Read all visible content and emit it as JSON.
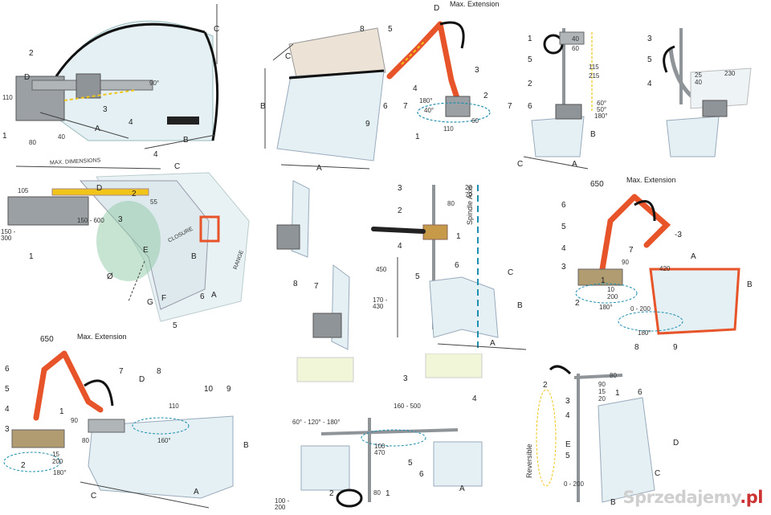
{
  "panels": {
    "p1": {
      "labels": [
        "D",
        "2",
        "C",
        "110",
        "3",
        "4",
        "1",
        "40",
        "80",
        "A",
        "B",
        "90°"
      ]
    },
    "p2": {
      "title": "Max. Extension",
      "labels": [
        "D",
        "8",
        "5",
        "C",
        "B",
        "6",
        "7",
        "4",
        "3",
        "2",
        "40°",
        "180°",
        "1",
        "110",
        "60",
        "9",
        "A"
      ]
    },
    "p3": {
      "labels": [
        "1",
        "5",
        "2",
        "6",
        "7",
        "C",
        "A",
        "B",
        "40",
        "60",
        "115",
        "215",
        "60°",
        "50°",
        "180°"
      ]
    },
    "p4": {
      "labels": [
        "3",
        "5",
        "4",
        "25",
        "40",
        "230"
      ]
    },
    "p5": {
      "dims": "MAX. DIMENSIONS",
      "labels": [
        "4",
        "C",
        "D",
        "2",
        "3",
        "150 - 600",
        "150 - 300",
        "1",
        "E",
        "Ø",
        "G",
        "F",
        "5",
        "6",
        "A",
        "B",
        "55",
        "CLOSURE",
        "105",
        "RANGE"
      ]
    },
    "p6": {
      "labels": [
        "8",
        "7"
      ]
    },
    "p7": {
      "axis": "Spindle Axis",
      "labels": [
        "3",
        "2",
        "4",
        "1",
        "5",
        "6",
        "C",
        "B",
        "A",
        "450",
        "170 - 430",
        "20",
        "70",
        "80"
      ]
    },
    "p8": {
      "title": "Max. Extension",
      "labels": [
        "650",
        "6",
        "5",
        "4",
        "3",
        "2",
        "7",
        "-3",
        "1",
        "A",
        "B",
        "9",
        "8",
        "420",
        "90",
        "10",
        "200",
        "0 - 200",
        "180°",
        "180°"
      ]
    },
    "p9": {
      "title": "Max. Extension",
      "labels": [
        "650",
        "6",
        "5",
        "4",
        "3",
        "2",
        "1",
        "7",
        "D",
        "8",
        "10",
        "9",
        "B",
        "C",
        "A",
        "90",
        "80",
        "15",
        "200",
        "180°",
        "110",
        "160°"
      ]
    },
    "p10": {
      "labels": [
        "3",
        "4",
        "1",
        "5",
        "6",
        "A",
        "60° - 120° - 180°",
        "160 - 500",
        "100 - 470",
        "100 - 200",
        "80",
        "2"
      ]
    },
    "p11": {
      "axis": "Reversible",
      "labels": [
        "2",
        "3",
        "1",
        "4",
        "E",
        "6",
        "5",
        "C",
        "D",
        "B",
        "80",
        "90",
        "15",
        "20",
        "0 - 200"
      ]
    }
  },
  "watermark": {
    "text": "Sprzedajemy",
    "suffix": ".pl"
  },
  "colors": {
    "orange": "#e8542a",
    "blue": "#1e8fb0",
    "gray": "#8e9498",
    "glass": "#dfecef",
    "yellow": "#f0c419",
    "green": "#8fc9a5"
  }
}
